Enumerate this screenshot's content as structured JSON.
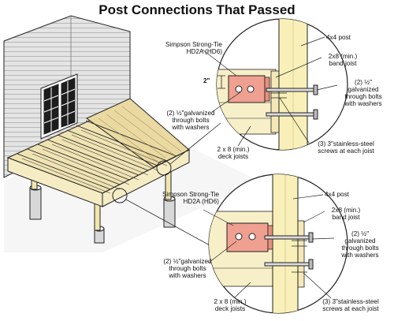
{
  "title": "Post Connections That Passed",
  "colors": {
    "wood": "#f5ecc4",
    "post": "#f8f0b8",
    "hardware": "#f0a090",
    "siding": "#dcdcdc",
    "line": "#222222"
  },
  "detail_top": {
    "post_label": "4x4 post",
    "holdown_label": [
      "Simpson Strong-Tie",
      "HD2A (HD6)"
    ],
    "band_joist_label": [
      "2x8 (min.)",
      "band joist"
    ],
    "dimension_label": "2\"",
    "galv_bolts_right_label": [
      "(2) ½\"",
      "galvanized",
      "through bolts",
      "with washers"
    ],
    "galv_bolts_left_label": [
      "(2) ½\"galvanized",
      "through bolts",
      "with washers"
    ],
    "deck_joists_label": [
      "2 x 8 (min.)",
      "deck joists"
    ],
    "screws_label": [
      "(3) 3\"stainless-steel",
      "screws at each joist"
    ]
  },
  "detail_bottom": {
    "post_label": "4x4 post",
    "holdown_label": [
      "Simpson Strong-Tie",
      "HD2A (HD6)"
    ],
    "band_joist_label": [
      "2x8 (min.)",
      "band joist"
    ],
    "galv_bolts_right_label": [
      "(2) ½\"",
      "galvanized",
      "through bolts",
      "with washers"
    ],
    "galv_bolts_left_label": [
      "(2) ½\"galvanized",
      "through bolts",
      "with washers"
    ],
    "deck_joists_label": [
      "2 x 8 (min.)",
      "deck joists"
    ],
    "screws_label": [
      "(3) 3\"stainless-steel",
      "screws at each joist"
    ]
  }
}
